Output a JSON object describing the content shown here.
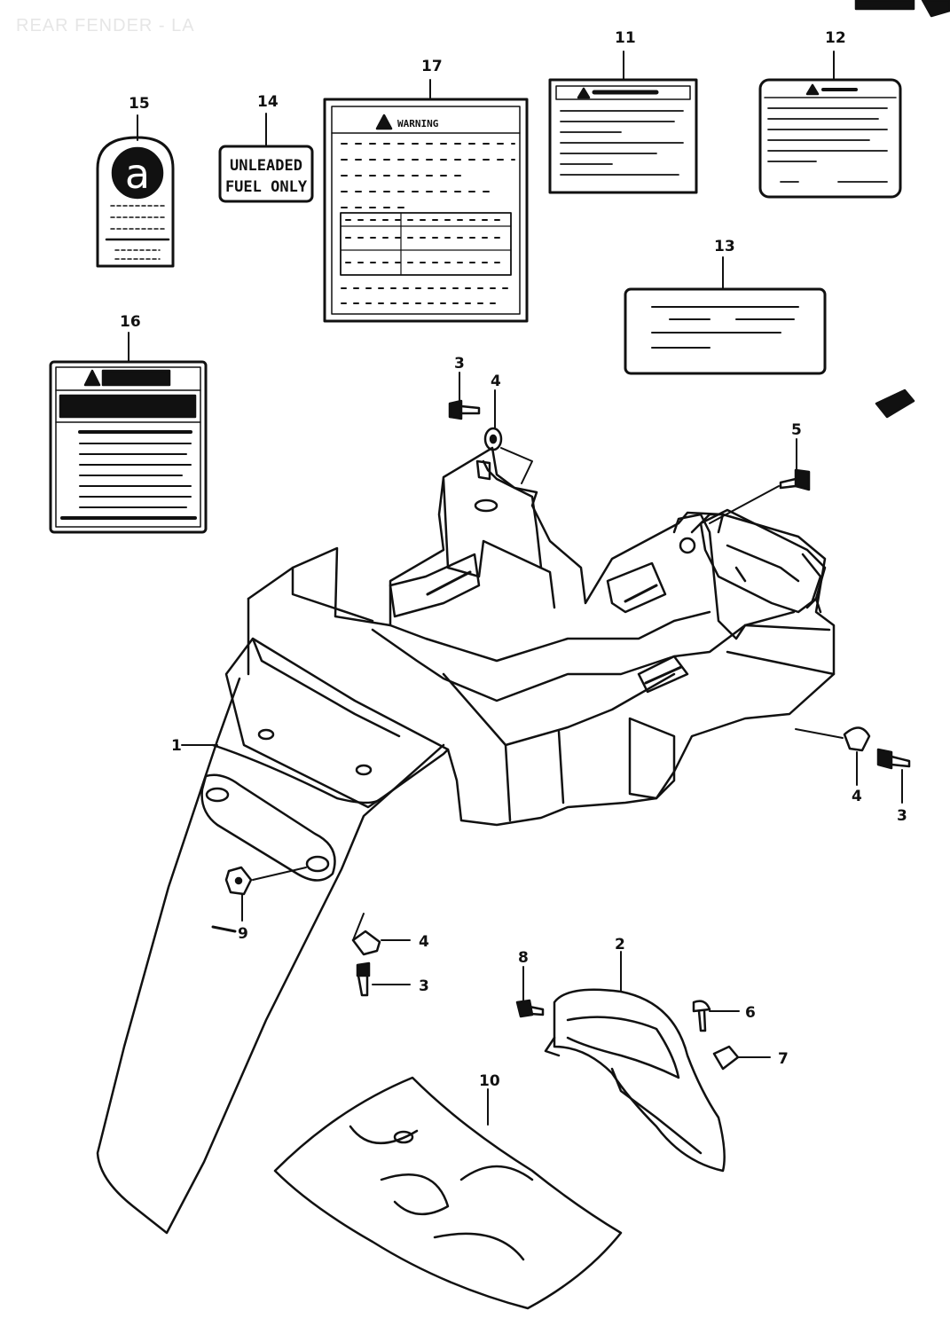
{
  "title": "REAR FENDER - LA",
  "labels": {
    "unleaded_line1": "UNLEADED",
    "unleaded_line2": "FUEL ONLY",
    "a_mark": "a",
    "warning": "WARNING"
  },
  "callouts": [
    "1",
    "2",
    "3",
    "3",
    "3",
    "4",
    "4",
    "4",
    "5",
    "6",
    "7",
    "8",
    "9",
    "10",
    "11",
    "12",
    "13",
    "14",
    "15",
    "16",
    "17"
  ]
}
